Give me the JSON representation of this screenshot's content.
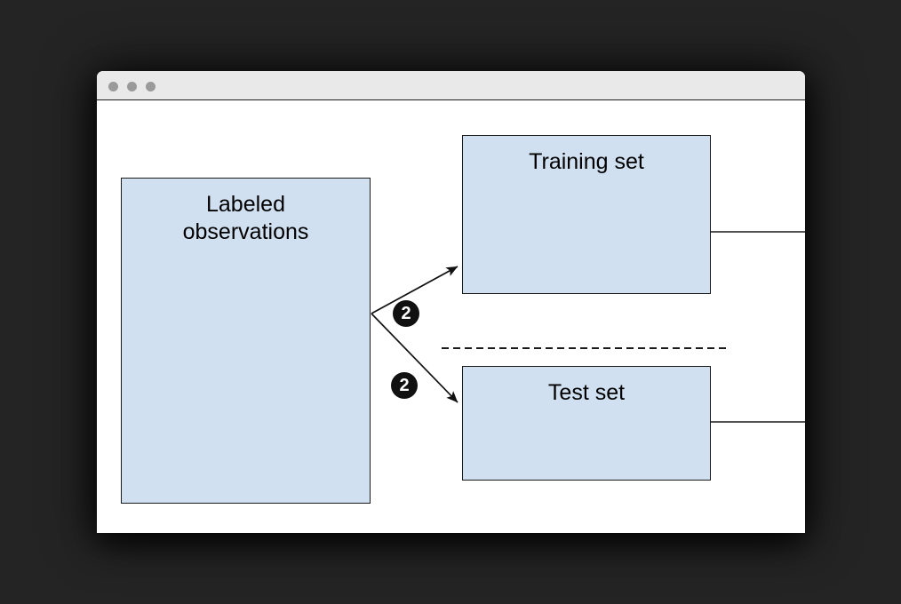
{
  "background_color": "#242424",
  "window": {
    "title_bar": {
      "background_color": "#e9e9e9",
      "dot_color": "#9a9a9a",
      "buttons": [
        {
          "name": "close",
          "label": ""
        },
        {
          "name": "minimize",
          "label": ""
        },
        {
          "name": "maximize",
          "label": ""
        }
      ]
    },
    "content_background": "#ffffff"
  },
  "diagram": {
    "box_fill_color": "#d0e0f0",
    "box_border_color": "#1a1a1a",
    "nodes": [
      {
        "id": "labeled-observations",
        "label": "Labeled\nobservations"
      },
      {
        "id": "training-set",
        "label": "Training set"
      },
      {
        "id": "test-set",
        "label": "Test set"
      }
    ],
    "badges": [
      {
        "id": "step-training",
        "label": "2"
      },
      {
        "id": "step-test",
        "label": "2"
      }
    ],
    "connectors": [
      {
        "id": "split-to-training",
        "from": "labeled-observations",
        "to": "training-set",
        "style": "arrow"
      },
      {
        "id": "split-to-test",
        "from": "labeled-observations",
        "to": "test-set",
        "style": "arrow"
      },
      {
        "id": "training-outflow",
        "from": "training-set",
        "to": "right-edge",
        "style": "line"
      },
      {
        "id": "test-outflow",
        "from": "test-set",
        "to": "right-edge",
        "style": "line"
      }
    ],
    "separator": {
      "id": "train-test-divider",
      "style": "dashed"
    }
  }
}
